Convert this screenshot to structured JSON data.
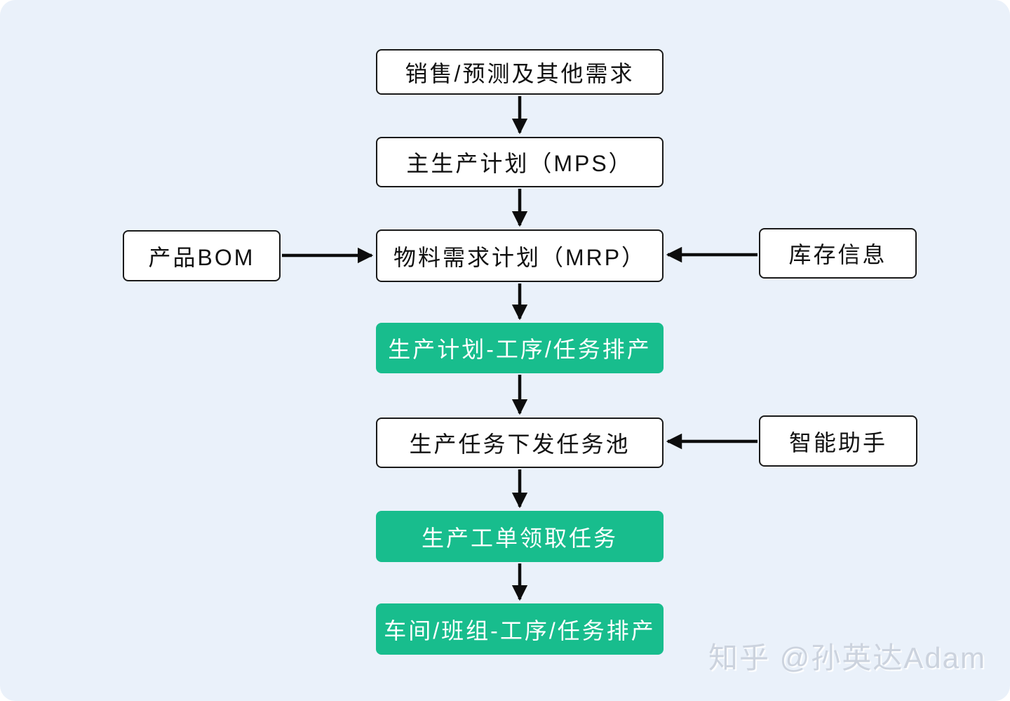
{
  "flowchart": {
    "nodes": {
      "sales_forecast": {
        "label": "销售/预测及其他需求",
        "style": "outline"
      },
      "mps": {
        "label": "主生产计划（MPS）",
        "style": "outline"
      },
      "product_bom": {
        "label": "产品BOM",
        "style": "outline"
      },
      "mrp": {
        "label": "物料需求计划（MRP）",
        "style": "outline"
      },
      "inventory": {
        "label": "库存信息",
        "style": "outline"
      },
      "plan_scheduling": {
        "label": "生产计划-工序/任务排产",
        "style": "filled-green"
      },
      "task_pool": {
        "label": "生产任务下发任务池",
        "style": "outline"
      },
      "assistant": {
        "label": "智能助手",
        "style": "outline"
      },
      "work_order": {
        "label": "生产工单领取任务",
        "style": "filled-green"
      },
      "workshop_scheduling": {
        "label": "车间/班组-工序/任务排产",
        "style": "filled-green"
      }
    },
    "edges": [
      {
        "from": "sales_forecast",
        "to": "mps"
      },
      {
        "from": "mps",
        "to": "mrp"
      },
      {
        "from": "product_bom",
        "to": "mrp"
      },
      {
        "from": "inventory",
        "to": "mrp"
      },
      {
        "from": "mrp",
        "to": "plan_scheduling"
      },
      {
        "from": "plan_scheduling",
        "to": "task_pool"
      },
      {
        "from": "assistant",
        "to": "task_pool"
      },
      {
        "from": "task_pool",
        "to": "work_order"
      },
      {
        "from": "work_order",
        "to": "workshop_scheduling"
      }
    ]
  },
  "watermark": {
    "text": "知乎 @孙英达Adam"
  },
  "colors": {
    "canvas_background": "#EAF1FA",
    "highlight_green": "#18BD8D",
    "node_border": "#1A1A1A",
    "arrow": "#0D0D0D",
    "watermark_gray": "#CCD3DE"
  }
}
